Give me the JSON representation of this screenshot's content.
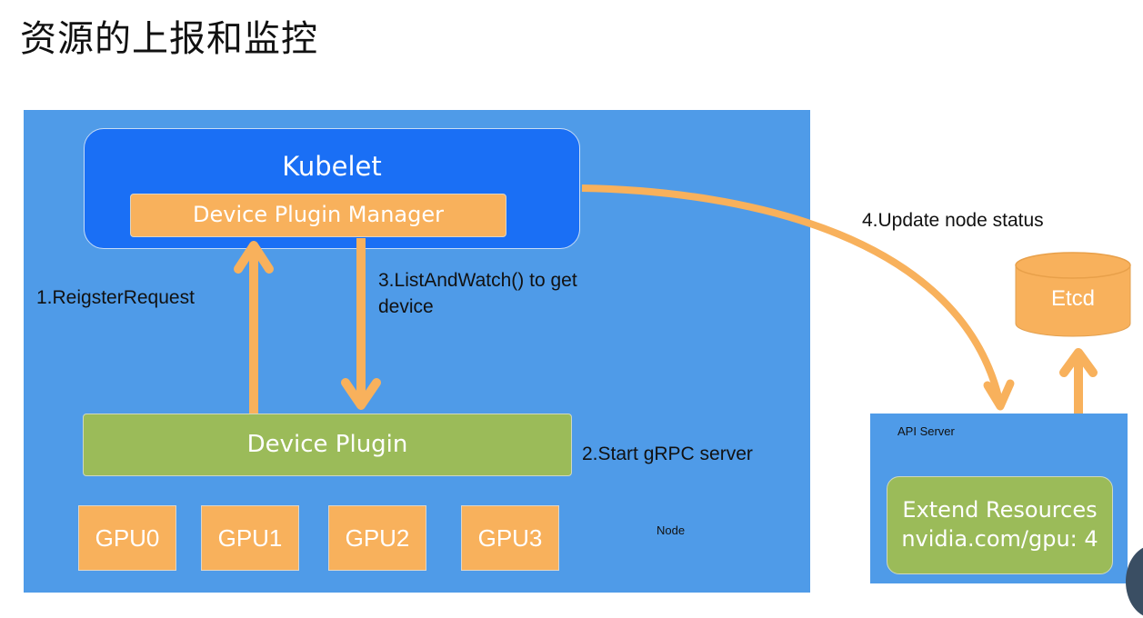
{
  "title": "资源的上报和监控",
  "kubelet": {
    "label": "Kubelet",
    "manager_label": "Device Plugin Manager"
  },
  "device_plugin": {
    "label": "Device Plugin"
  },
  "gpus": [
    "GPU0",
    "GPU1",
    "GPU2",
    "GPU3"
  ],
  "node_label": "Node",
  "api_server": {
    "label": "API Server",
    "extend_line1": "Extend Resources",
    "extend_line2": "nvidia.com/gpu: 4"
  },
  "etcd": {
    "label": "Etcd"
  },
  "steps": {
    "register": "1.ReigsterRequest",
    "start_grpc": "2.Start gRPC server",
    "list_watch_line1": "3.ListAndWatch() to get",
    "list_watch_line2": "device",
    "update_status": "4.Update node status"
  },
  "colors": {
    "panel_blue": "#4f9be8",
    "kubelet_blue": "#1a6ff5",
    "orange": "#f8b15c",
    "green": "#9bbb59"
  }
}
